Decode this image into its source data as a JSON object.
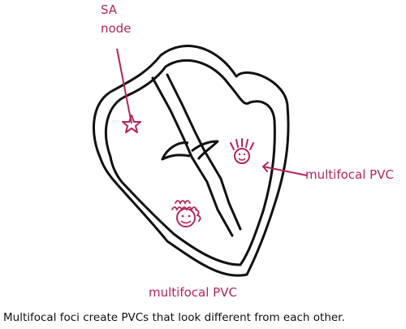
{
  "labels": {
    "sa_node_line1": "SA",
    "sa_node_line2": "node",
    "pvc_right": "multifocal PVC",
    "pvc_bottom": "multifocal PVC"
  },
  "caption": "Multifocal foci create PVCs that look different from each other.",
  "colors": {
    "accent": "#b5245f",
    "outline": "#111111",
    "background": "#ffffff"
  },
  "icons": [
    "star-icon",
    "smiley-icon"
  ]
}
